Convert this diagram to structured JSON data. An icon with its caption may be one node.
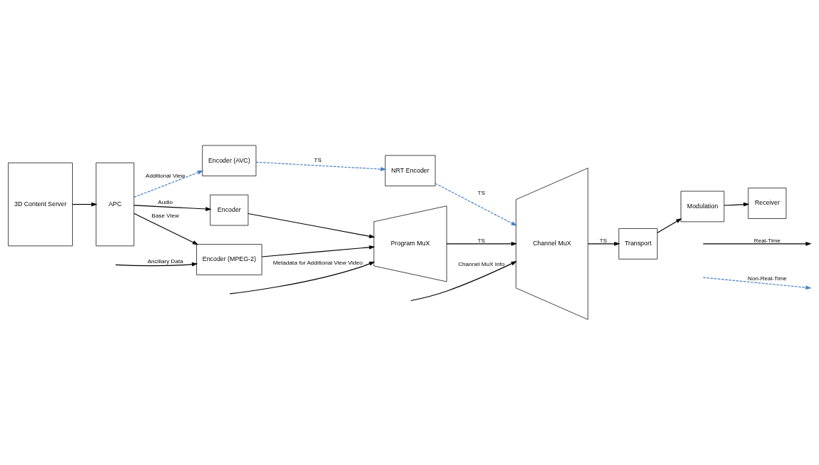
{
  "diagram": {
    "nodes": [
      {
        "text": [
          "3D Content Server"
        ]
      },
      {
        "text": [
          "APC"
        ]
      },
      {
        "text": [
          "Encoder"
        ]
      },
      {
        "text": [
          "Encoder (MPEG-2)"
        ]
      },
      {
        "text": [
          "Program MuX"
        ]
      },
      {
        "text": [
          "Channel MuX"
        ]
      },
      {
        "text": [
          "Transport"
        ]
      },
      {
        "text": [
          "Modulation"
        ]
      },
      {
        "text": [
          "Receiver"
        ]
      },
      {
        "text": [
          "Encoder (AVC)"
        ]
      },
      {
        "text": [
          "NRT Encoder"
        ]
      }
    ],
    "edges": [
      {
        "from": 0,
        "to": 1,
        "arrow": "to"
      },
      {
        "from": 1,
        "to": 2,
        "arrow": "to",
        "label": "Audio"
      },
      {
        "from": 1,
        "to": 3,
        "arrow": "to",
        "label": "Base View"
      },
      {
        "from": 2,
        "to": 4,
        "arrow": "to"
      },
      {
        "from": 3,
        "to": 4,
        "arrow": "to"
      },
      {
        "from": 4,
        "to": 5,
        "arrow": "to",
        "label": "TS"
      },
      {
        "from": null,
        "to": 3,
        "arrow": "to",
        "label": "Ancillary Data"
      },
      {
        "from": null,
        "to": 4,
        "arrow": "to",
        "label": "Metadata for Additional View Video"
      },
      {
        "from": null,
        "to": 5,
        "arrow": "to",
        "label": "Channel MuX Info"
      },
      {
        "from": 5,
        "to": 6,
        "arrow": "to",
        "label": "TS"
      },
      {
        "from": 6,
        "to": 7,
        "arrow": "to"
      },
      {
        "from": 7,
        "to": 8,
        "arrow": "to"
      },
      {
        "from": 1,
        "to": 9,
        "arrow": "to",
        "label": "Additional View",
        "style": "dashed",
        "color": "#4a7fc1"
      },
      {
        "from": 9,
        "to": 10,
        "arrow": "to",
        "label": "TS",
        "style": "dashed",
        "color": "#4a7fc1"
      },
      {
        "from": 10,
        "to": 5,
        "arrow": "to",
        "label": "TS",
        "style": "dashed",
        "color": "#4a7fc1"
      }
    ],
    "legend": [
      {
        "text": "Real-Time"
      },
      {
        "text": "Non-Real-Time"
      }
    ]
  }
}
